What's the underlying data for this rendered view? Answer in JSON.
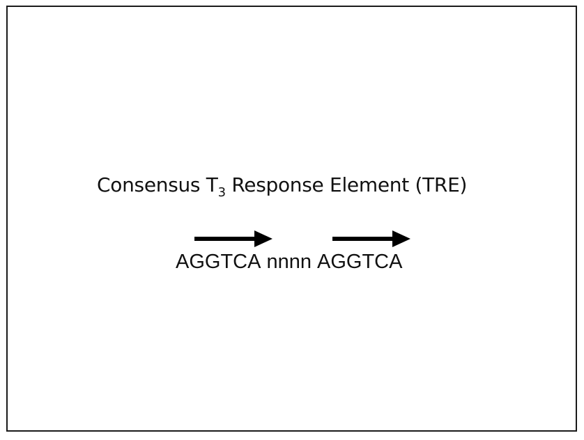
{
  "diagram": {
    "title_prefix": "Consensus T",
    "title_subscript": "3",
    "title_suffix": " Response Element (TRE)",
    "sequence": {
      "half_site_1": "AGGTCA",
      "spacer": "nnnn",
      "half_site_2": "AGGTCA"
    },
    "arrow_color": "#000000",
    "text_color": "#111111",
    "border_color": "#1a1a1a",
    "icons": [
      "right-arrow-icon",
      "right-arrow-icon"
    ]
  }
}
